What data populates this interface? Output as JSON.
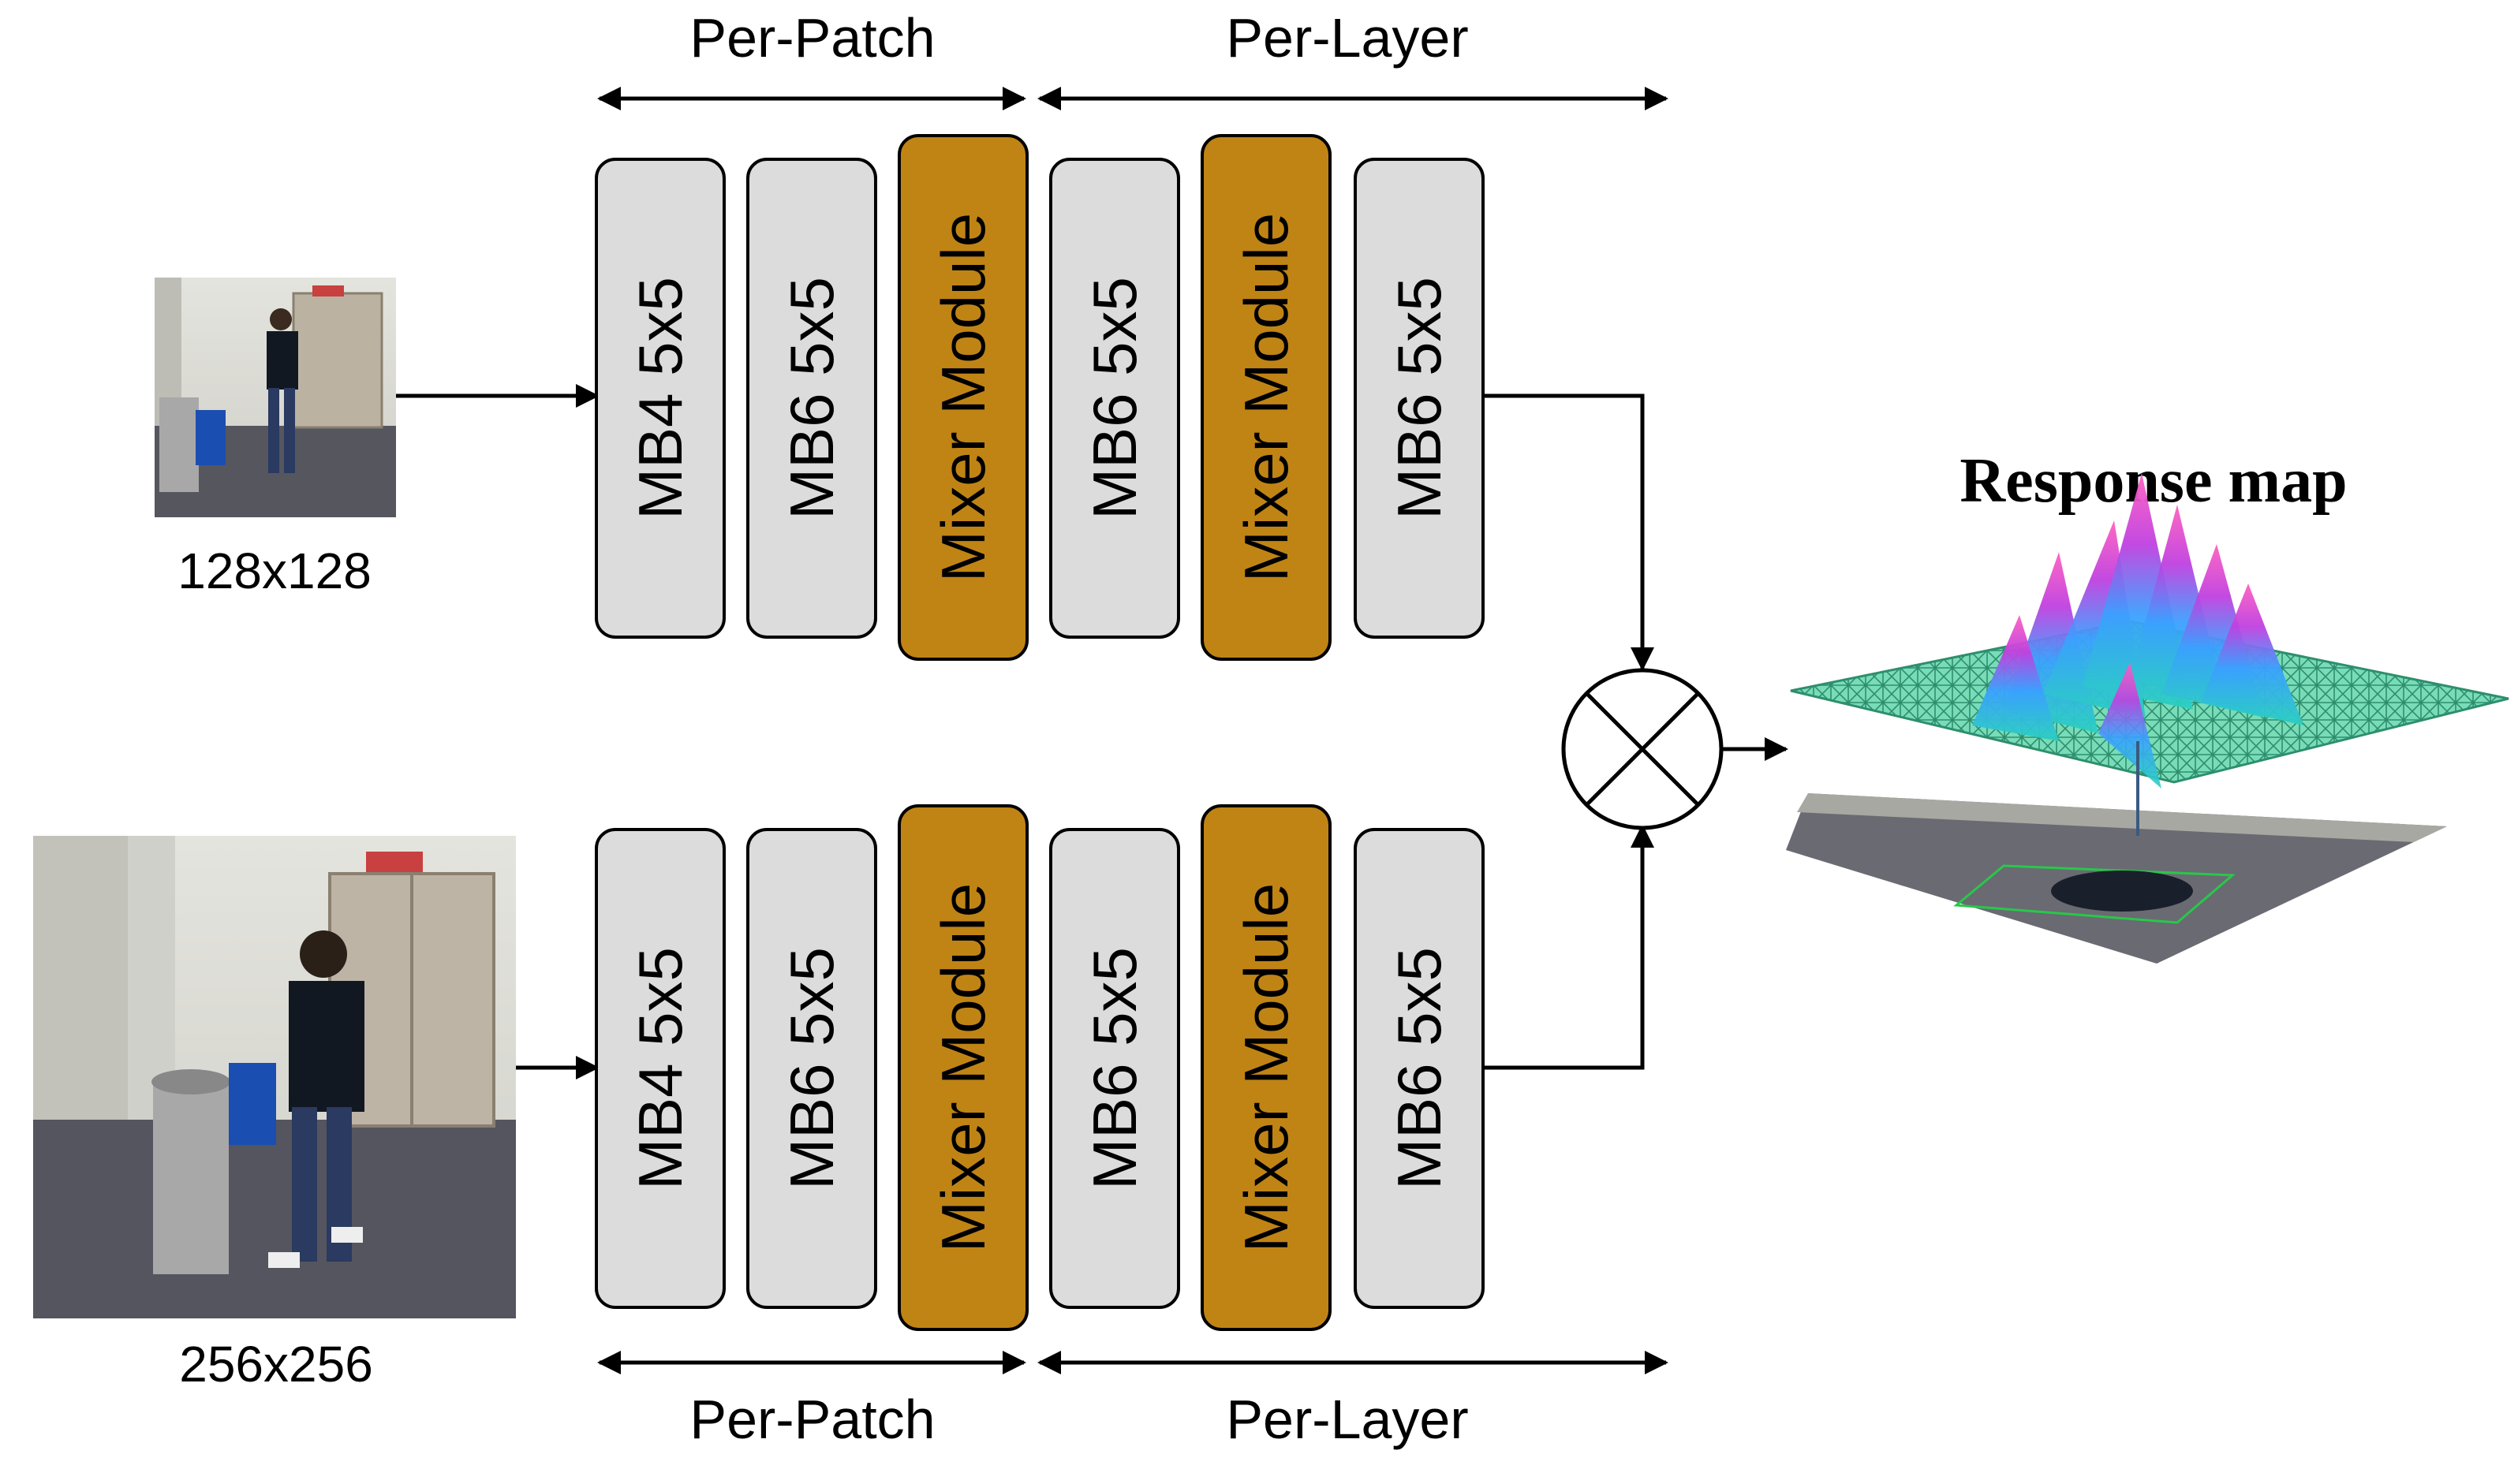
{
  "top_branch": {
    "input_size_label": "128x128",
    "span_left_label": "Per-Patch",
    "span_right_label": "Per-Layer",
    "blocks": [
      "MB4 5x5",
      "MB6 5x5",
      "Mixer Module",
      "MB6 5x5",
      "Mixer Module",
      "MB6 5x5"
    ]
  },
  "bottom_branch": {
    "input_size_label": "256x256",
    "span_left_label": "Per-Patch",
    "span_right_label": "Per-Layer",
    "blocks": [
      "MB4 5x5",
      "MB6 5x5",
      "Mixer Module",
      "MB6 5x5",
      "Mixer Module",
      "MB6 5x5"
    ]
  },
  "output": {
    "title": "Response map"
  },
  "colors": {
    "mb_block_fill": "#dcdcdc",
    "mixer_block_fill": "#c08415",
    "block_stroke": "#000000",
    "floor": "#55555f",
    "wall": "#d8d8d2",
    "door": "#bdb4a5",
    "mesh": "#5fcfa8"
  }
}
